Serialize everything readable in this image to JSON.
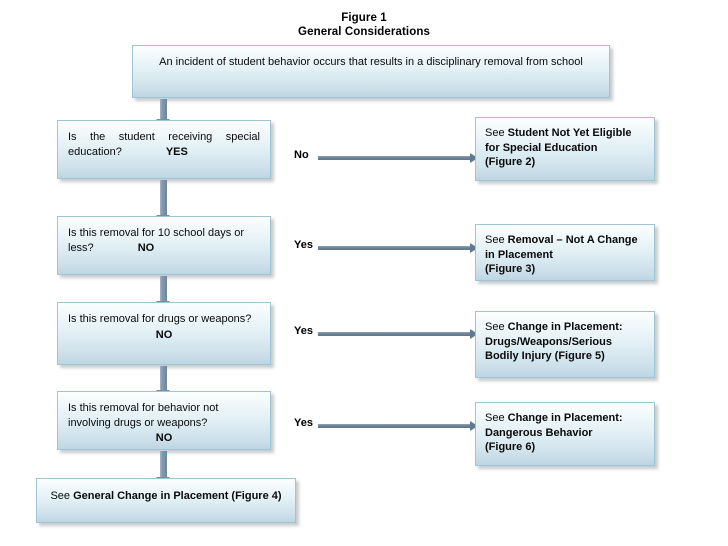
{
  "figure": {
    "title_line1": "Figure 1",
    "title_line2": "General Considerations"
  },
  "banner": {
    "text": "An incident of student behavior occurs that results in a disciplinary removal from school"
  },
  "questions": [
    {
      "id": "q1",
      "text": "Is the student receiving special education?",
      "answer": "YES"
    },
    {
      "id": "q2",
      "text": "Is this removal for 10 school days or less?",
      "answer": "NO"
    },
    {
      "id": "q3",
      "text": "Is this removal for drugs or weapons?",
      "answer": "NO"
    },
    {
      "id": "q4",
      "text": "Is this removal for behavior not involving drugs or weapons?",
      "answer": "NO"
    }
  ],
  "edge_labels": {
    "e1": "No",
    "e2": "Yes",
    "e3": "Yes",
    "e4": "Yes"
  },
  "results": [
    {
      "id": "r1",
      "prefix": "See ",
      "bold": "Student Not Yet Eligible for Special Education",
      "figure_ref": "(Figure 2)"
    },
    {
      "id": "r2",
      "prefix": "See ",
      "bold": "Removal – Not A Change in Placement",
      "figure_ref": "(Figure 3)"
    },
    {
      "id": "r3",
      "prefix": "See ",
      "bold": "Change in Placement: Drugs/Weapons/Serious Bodily Injury (Figure 5)",
      "figure_ref": ""
    },
    {
      "id": "r4",
      "prefix": "See ",
      "bold": "Change in Placement: Dangerous Behavior",
      "figure_ref": "(Figure 6)"
    }
  ],
  "bottom": {
    "prefix": "See ",
    "bold": "General Change in Placement (Figure 4)"
  },
  "colors": {
    "box_border": "#9fc4d4",
    "box_fill_top": "#fdfefe",
    "box_fill_bottom": "#bcd6e3",
    "connector": "#6f8599",
    "text": "#000000",
    "background": "#ffffff"
  }
}
